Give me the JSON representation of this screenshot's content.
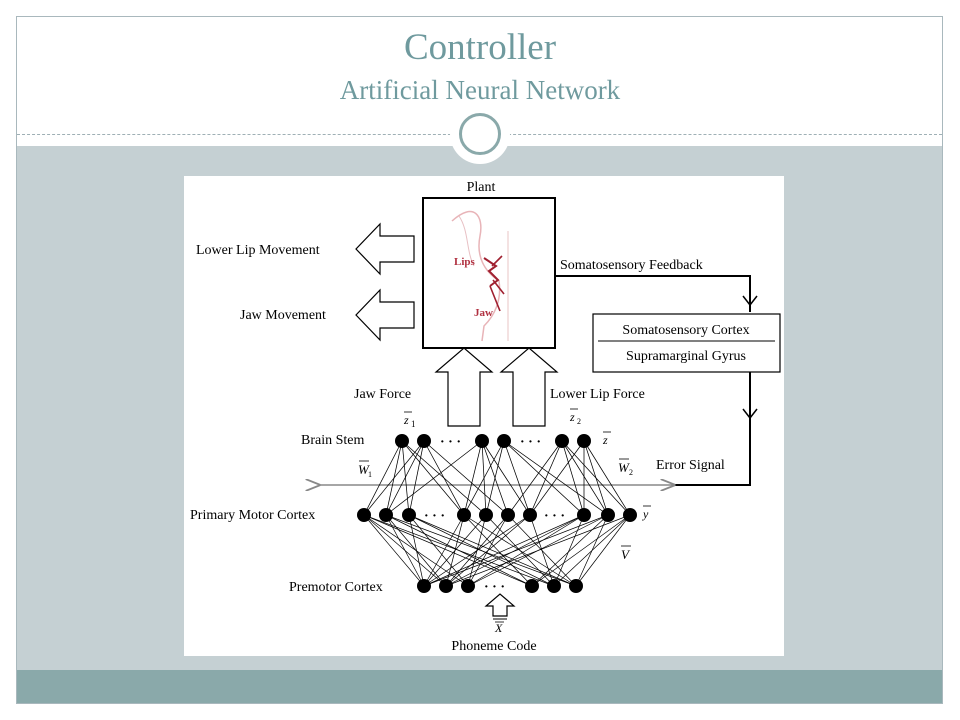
{
  "slide": {
    "title": "Controller",
    "subtitle": "Artificial Neural Network"
  },
  "colors": {
    "title_text": "#6f9a9e",
    "content_bg": "#c5d0d3",
    "footer_bar": "#8aa9aa"
  },
  "diagram": {
    "plant_label": "Plant",
    "plant_image_labels": {
      "lips": "Lips",
      "jaw": "Jaw"
    },
    "outputs": [
      "Lower Lip Movement",
      "Jaw Movement"
    ],
    "feedback_label": "Somatosensory Feedback",
    "cortex_box": {
      "top": "Somatosensory Cortex",
      "bottom": "Supramarginal Gyrus"
    },
    "forces": [
      "Jaw Force",
      "Lower Lip Force"
    ],
    "layers": [
      "Brain Stem",
      "Primary Motor Cortex",
      "Premotor Cortex"
    ],
    "error_label": "Error Signal",
    "input_label": "Phoneme Code",
    "ellipsis": "· · ·",
    "symbols": {
      "z1": "z",
      "z1_sub": "1",
      "z2": "z",
      "z2_sub": "2",
      "z": "z",
      "w1": "W",
      "w1_sub": "1",
      "w2": "W",
      "w2_sub": "2",
      "y": "y",
      "v": "V",
      "x": "X"
    }
  }
}
